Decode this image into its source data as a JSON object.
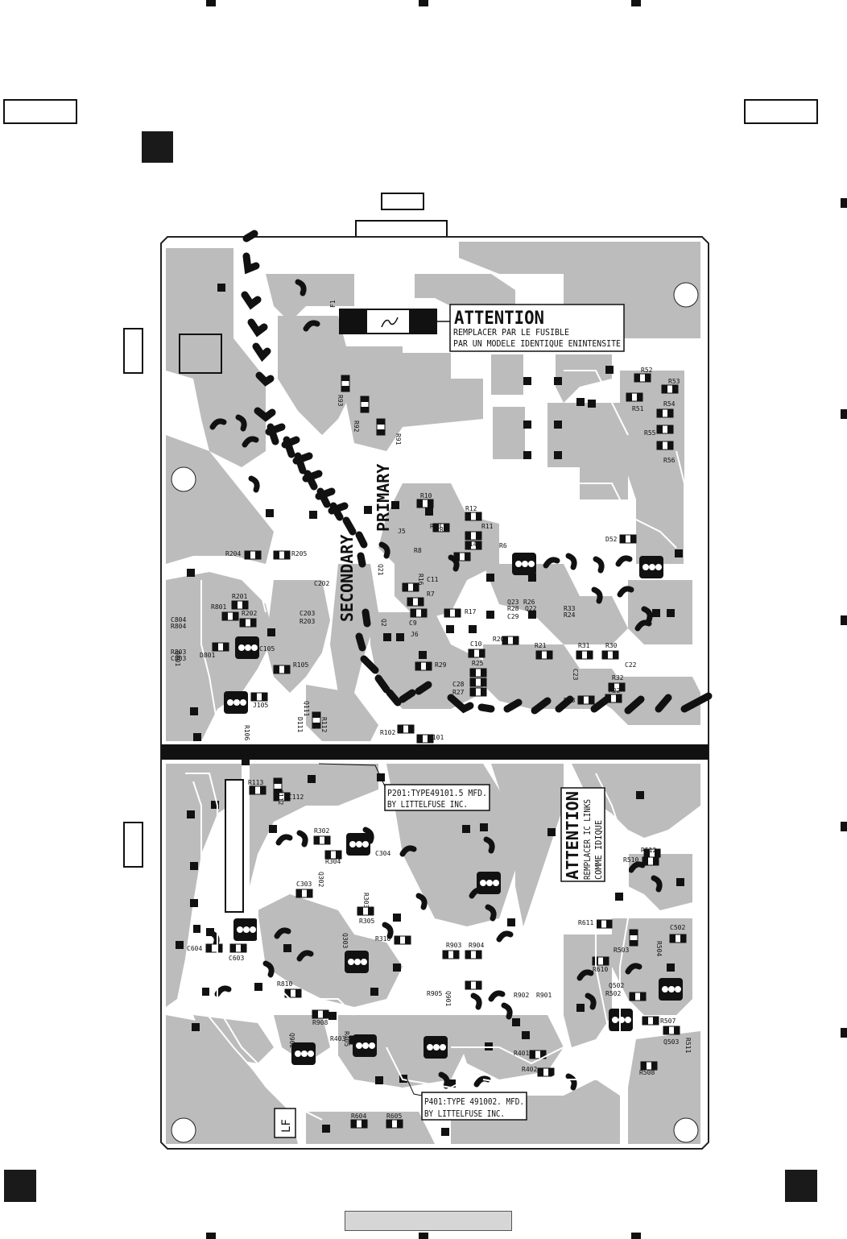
{
  "fuse_label": "F1",
  "attention_top": {
    "title": "ATTENTION",
    "line1": "REMPLACER PAR LE FUSIBLE",
    "line2": "PAR UN MODELE IDENTIQUE ENINTENSITE"
  },
  "attention_bottom": {
    "title": "ATTENTION",
    "line1": "REMPLACER IC LINKS",
    "line2": "COMME IDIQUE"
  },
  "region_labels": {
    "primary": "PRIMARY",
    "secondary": "SECONDARY"
  },
  "notes": {
    "p201_line1": "P201:TYPE49101.5 MFD.",
    "p201_line2": "BY LITTELFUSE INC.",
    "p401_line1": "P401:TYPE 491002. MFD.",
    "p401_line2": "BY LITTELFUSE INC."
  },
  "lf_mark": "LF",
  "colors": {
    "copper": "#bcbcbc",
    "ink": "#111111",
    "board_outline": "#222222"
  },
  "components": [
    "R93",
    "R92",
    "R91",
    "R52",
    "R53",
    "R51",
    "R54",
    "R55",
    "R56",
    "R10",
    "R12",
    "R13",
    "R11",
    "R14",
    "J5",
    "Q21",
    "R8",
    "R16",
    "C11",
    "R7",
    "R6",
    "Q2",
    "C9",
    "J6",
    "R5",
    "D52",
    "R17",
    "Q23",
    "R26",
    "R28",
    "Q22",
    "C29",
    "R33",
    "R24",
    "R20",
    "R21",
    "R31",
    "R30",
    "C23",
    "C22",
    "C10",
    "R25",
    "R29",
    "C28",
    "R27",
    "R32",
    "R22",
    "R23",
    "R204",
    "R205",
    "C202",
    "R201",
    "R801",
    "R202",
    "C203",
    "R203",
    "C804",
    "R804",
    "Q801",
    "R803",
    "C803",
    "D801",
    "C105",
    "R105",
    "J105",
    "R106",
    "Q111",
    "D111",
    "R112",
    "R102",
    "R101",
    "R113",
    "Q112",
    "C112",
    "R302",
    "Q302",
    "R304",
    "C304",
    "C303",
    "R303",
    "Q303",
    "R305",
    "R310",
    "R903",
    "R904",
    "Q901",
    "R905",
    "R902",
    "R901",
    "C604",
    "C603",
    "R810",
    "Q902",
    "R908",
    "R405",
    "R403",
    "R401",
    "R402",
    "R604",
    "R605",
    "R512",
    "R510",
    "R611",
    "R504",
    "C502",
    "R503",
    "R610",
    "Q502",
    "R502",
    "R507",
    "R511",
    "Q503",
    "R508"
  ]
}
